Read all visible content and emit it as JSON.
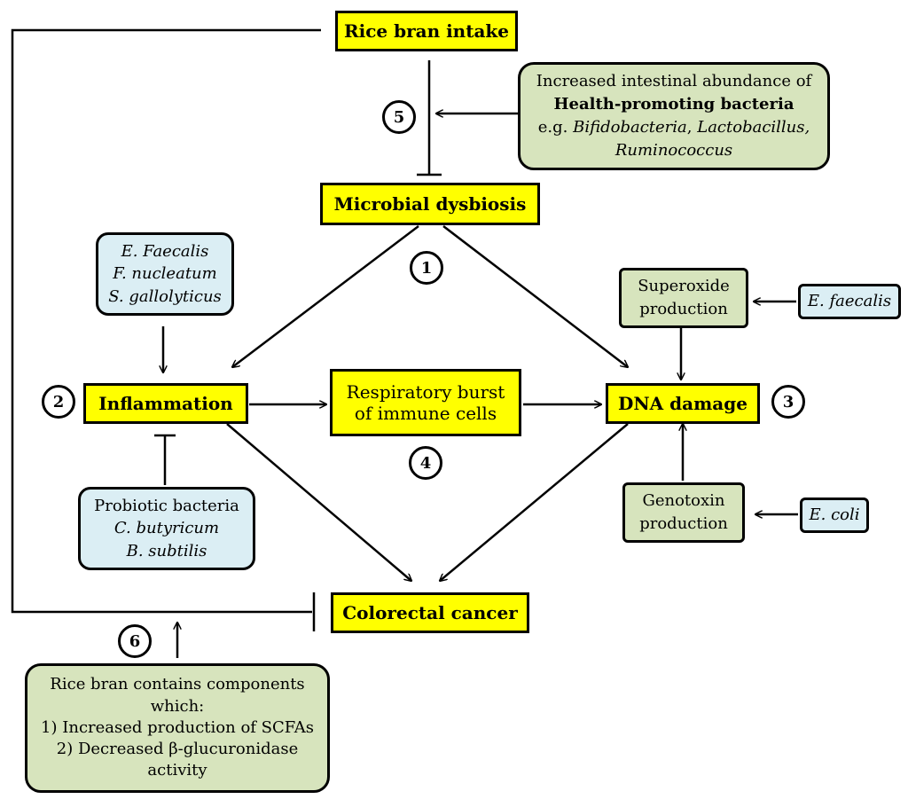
{
  "nodes": {
    "rice_bran_intake": "Rice bran intake",
    "microbial_dysbiosis": "Microbial dysbiosis",
    "inflammation": "Inflammation",
    "respiratory_burst": [
      "Respiratory burst",
      "of immune cells"
    ],
    "dna_damage": "DNA damage",
    "colorectal_cancer": "Colorectal cancer"
  },
  "boxes": {
    "health_bacteria": {
      "line1": "Increased intestinal abundance of",
      "line2": "Health-promoting bacteria",
      "eg": "e.g. ",
      "bif": "Bifidobacteria",
      "comma": ", ",
      "lacto": "Lactobacillus,",
      "rumino": "Ruminococcus"
    },
    "pathogens_inflam": [
      "E. Faecalis",
      "F. nucleatum",
      "S. gallolyticus"
    ],
    "superoxide": [
      "Superoxide",
      "production"
    ],
    "e_faecalis": "E. faecalis",
    "genotoxin": [
      "Genotoxin",
      "production"
    ],
    "e_coli": "E. coli",
    "probiotic": {
      "title": "Probiotic bacteria",
      "species": [
        "C. butyricum",
        "B. subtilis"
      ]
    },
    "rice_components": [
      "Rice bran contains components",
      "which:",
      "1) Increased production of SCFAs",
      "2) Decreased β-glucuronidase",
      "activity"
    ]
  },
  "numbers": [
    "1",
    "2",
    "3",
    "4",
    "5",
    "6"
  ]
}
